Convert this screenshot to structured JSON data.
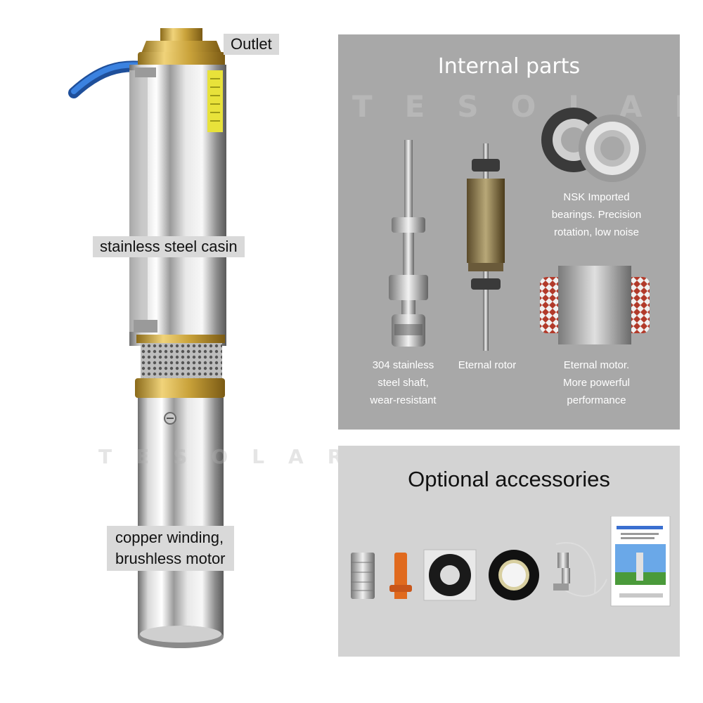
{
  "watermark": "TESOLAR",
  "callouts": {
    "outlet": "Outlet",
    "casing": "stainless steel casin",
    "motor_line1": "copper winding,",
    "motor_line2": "brushless motor"
  },
  "internal_parts": {
    "title": "Internal parts",
    "items": [
      {
        "caption_lines": [
          "304 stainless",
          "steel shaft,",
          "wear-resistant"
        ]
      },
      {
        "caption_lines": [
          "Eternal rotor"
        ]
      },
      {
        "caption_lines": [
          "NSK Imported",
          "bearings. Precision",
          "rotation, low noise"
        ]
      },
      {
        "caption_lines": [
          "Eternal motor.",
          "More powerful",
          "performance"
        ]
      }
    ]
  },
  "accessories": {
    "title": "Optional accessories"
  },
  "colors": {
    "panel_dark": "#a8a8a8",
    "panel_light": "#d3d3d3",
    "callout_bg": "#d9d9d9",
    "cable_blue": "#2f6fd0",
    "brass": "#c9a23a"
  }
}
